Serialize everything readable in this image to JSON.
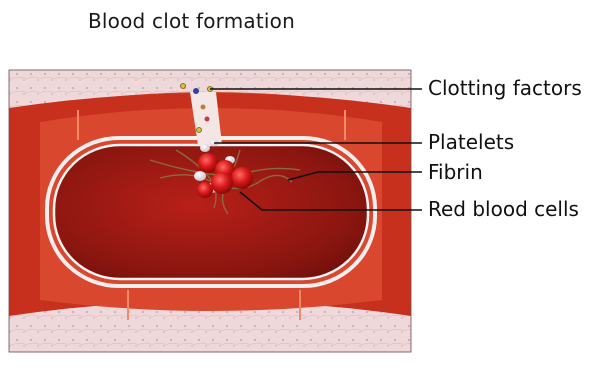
{
  "title": "Blood clot formation",
  "labels": {
    "clotting_factors": "Clotting factors",
    "platelets": "Platelets",
    "fibrin": "Fibrin",
    "red_blood_cells": "Red blood cells"
  },
  "colors": {
    "vessel_wall": "#c0281c",
    "vessel_wall_light": "#e25a3e",
    "lumen": "#9a1812",
    "tissue": "#ecd3d3",
    "red_cell": "#d81818",
    "platelet": "#e8e4e6",
    "fibrin": "#8a6a40"
  }
}
